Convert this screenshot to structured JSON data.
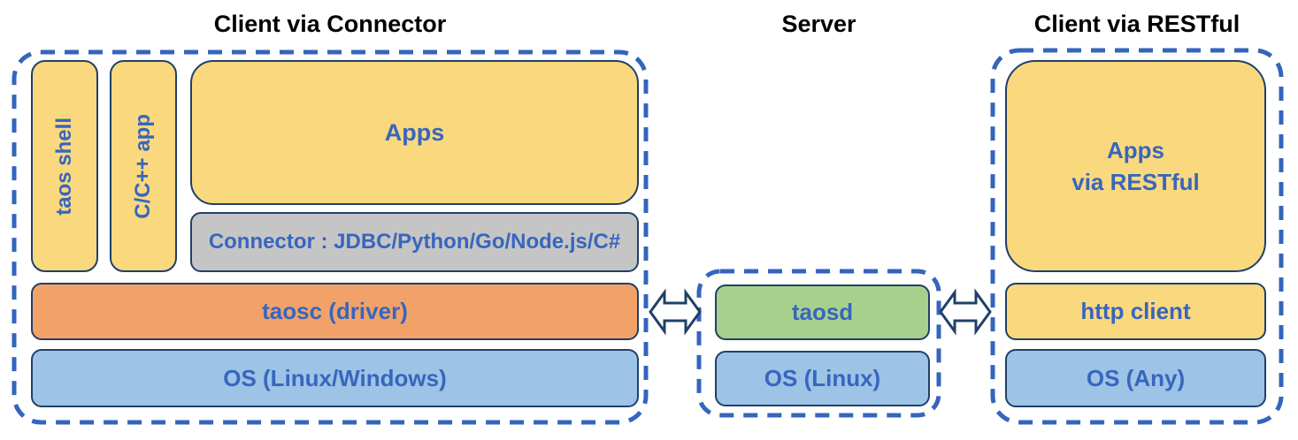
{
  "titles": {
    "left": "Client via Connector",
    "middle": "Server",
    "right": "Client via RESTful"
  },
  "left_group": {
    "taos_shell": "taos shell",
    "cpp_app": "C/C++ app",
    "apps": "Apps",
    "connector": "Connector : JDBC/Python/Go/Node.js/C#",
    "taosc": "taosc (driver)",
    "os": "OS (Linux/Windows)"
  },
  "server_group": {
    "taosd": "taosd",
    "os": "OS (Linux)"
  },
  "rest_group": {
    "apps_line1": "Apps",
    "apps_line2": "via RESTful",
    "http_client": "http client",
    "os": "OS (Any)"
  },
  "icons": {
    "left_arrow": "bidirectional-arrow",
    "right_arrow": "bidirectional-arrow"
  },
  "colors": {
    "box_yellow": "#FAD87E",
    "box_orange": "#F2A269",
    "box_light_blue": "#9DC3E6",
    "box_green": "#A8D08D",
    "box_gray": "#C5C5C5",
    "box_border_navy": "#1F4068",
    "dashed_border_blue": "#3465BD",
    "label_blue": "#3766BE",
    "title_black": "#000000"
  }
}
